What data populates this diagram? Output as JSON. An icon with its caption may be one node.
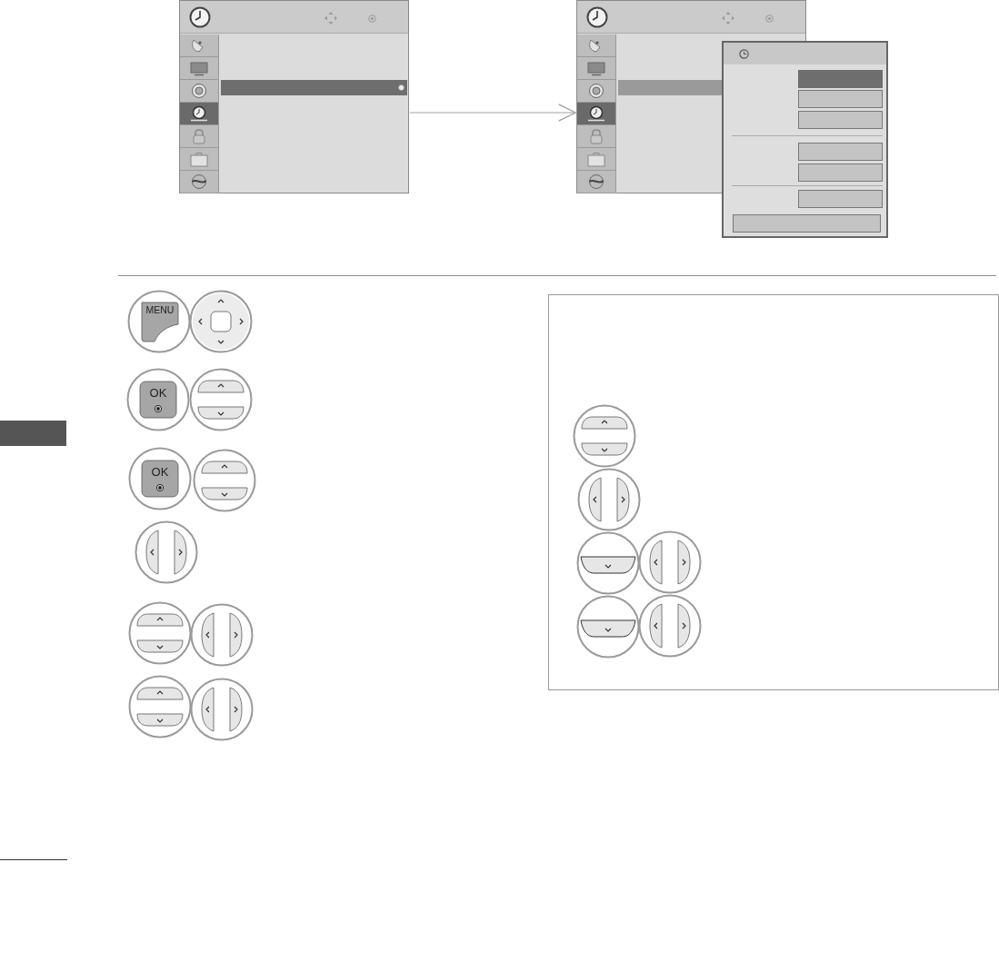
{
  "diagram": {
    "nodes": [
      {
        "text": [],
        "shape": "picture"
      },
      {
        "text": [],
        "shape": "picture"
      },
      {
        "text": [],
        "shape": "bar"
      }
    ],
    "edges": [
      {
        "from": 0,
        "to": 1,
        "arrow": "to"
      }
    ],
    "labels": [
      "MENU",
      "OK",
      "OK"
    ]
  }
}
